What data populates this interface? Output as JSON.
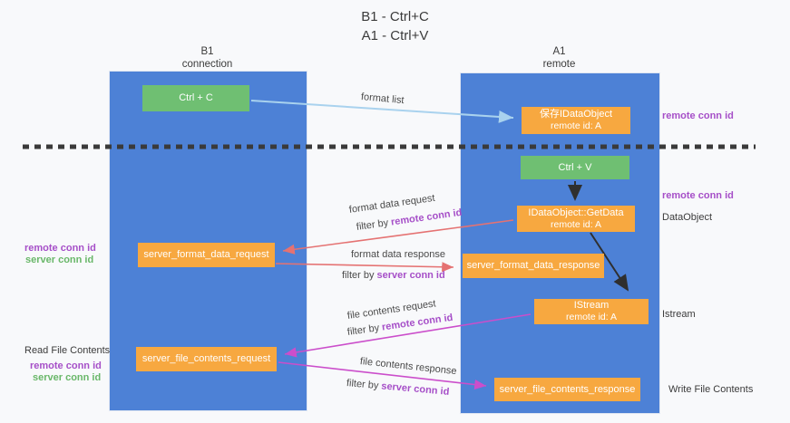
{
  "title": {
    "line1": "B1 - Ctrl+C",
    "line2": "A1 - Ctrl+V"
  },
  "lanes": {
    "left": {
      "title": "B1",
      "subtitle": "connection"
    },
    "right": {
      "title": "A1",
      "subtitle": "remote"
    }
  },
  "nodes": {
    "ctrl_c": {
      "label": "Ctrl + C"
    },
    "ctrl_v": {
      "label": "Ctrl + V"
    },
    "save_dataobject": {
      "line1": "保存IDataObject",
      "line2": "remote id: A"
    },
    "getdata": {
      "line1": "IDataObject::GetData",
      "line2": "remote id: A"
    },
    "istream": {
      "line1": "IStream",
      "line2": "remote id: A"
    },
    "server_format_data_request": {
      "label": "server_format_data_request"
    },
    "server_format_data_response": {
      "label": "server_format_data_response"
    },
    "server_file_contents_request": {
      "label": "server_file_contents_request"
    },
    "server_file_contents_response": {
      "label": "server_file_contents_response"
    }
  },
  "edge_labels": {
    "format_list": "format list",
    "format_data_request": "format data request",
    "format_data_response": "format data response",
    "file_contents_request": "file contents request",
    "file_contents_response": "file contents response",
    "filter_prefix": "filter by ",
    "remote_conn_id": "remote conn id",
    "server_conn_id": "server conn id"
  },
  "annotations": {
    "right_remote_conn_top": "remote conn id",
    "right_remote_conn_mid": "remote conn id",
    "dataobject": "DataObject",
    "istream": "Istream",
    "write_file_contents": "Write File Contents",
    "left_remote_conn_1": "remote conn id",
    "left_server_conn_1": "server conn id",
    "read_file_contents": "Read File Contents",
    "left_remote_conn_2": "remote conn id",
    "left_server_conn_2": "server conn id"
  },
  "colors": {
    "lane_blue": "#4d81d6",
    "node_orange": "#f7a840",
    "node_green": "#6fbf72",
    "arrow_red": "#e57272",
    "arrow_magenta": "#cb4ecb",
    "arrow_lightblue": "#a9d2ee",
    "arrow_black": "#2f2f2f",
    "dashed_line": "#3a3a3a",
    "text_purple": "#a64fc8",
    "text_green": "#69b769"
  }
}
